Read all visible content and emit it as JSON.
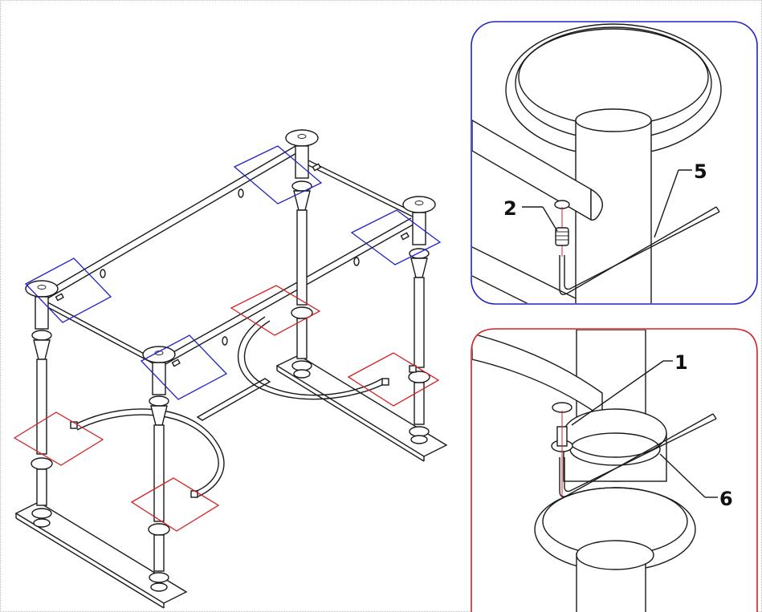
{
  "figure": {
    "callouts": [
      {
        "id": "c5",
        "label": "5"
      },
      {
        "id": "c2",
        "label": "2"
      },
      {
        "id": "c1",
        "label": "1"
      },
      {
        "id": "c6",
        "label": "6"
      }
    ],
    "colors": {
      "detail_upper": "#2020cc",
      "detail_lower": "#d42020",
      "line": "#1a1a1a",
      "background": "#ffffff"
    },
    "icons": [
      "hex-key",
      "set-screw",
      "bolt",
      "washer"
    ]
  }
}
